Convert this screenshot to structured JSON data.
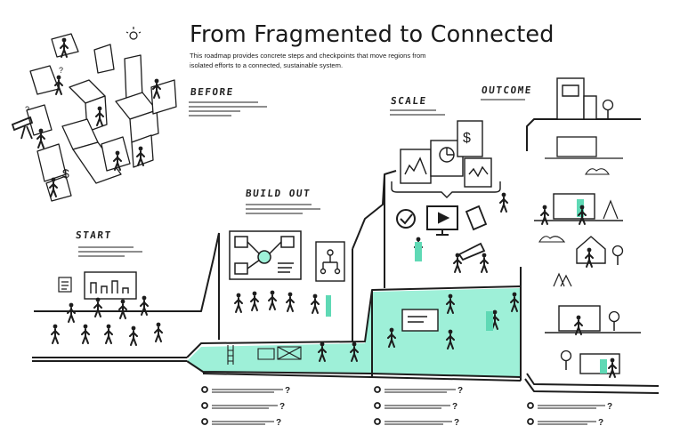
{
  "title": "From Fragmented to Connected",
  "subtitle": "This roadmap provides concrete steps and checkpoints that move regions from isolated efforts to a connected, sustainable system.",
  "stages": [
    {
      "id": "before",
      "label": "BEFORE"
    },
    {
      "id": "start",
      "label": "START"
    },
    {
      "id": "build-out",
      "label": "BUILD OUT"
    },
    {
      "id": "scale",
      "label": "SCALE"
    },
    {
      "id": "outcome",
      "label": "OUTCOME"
    }
  ],
  "checkpoint_marker": "?",
  "colors": {
    "ink": "#1d1d1d",
    "highlight": "#9ef0d8",
    "highlight_dark": "#5fd9b5",
    "background": "#ffffff"
  },
  "icons": [
    "people-icon",
    "building-icon",
    "house-icon",
    "tree-icon",
    "chart-icon",
    "play-icon",
    "checkmark-icon",
    "dollar-icon",
    "map-icon",
    "org-chart-icon",
    "megaphone-icon",
    "telescope-icon"
  ]
}
